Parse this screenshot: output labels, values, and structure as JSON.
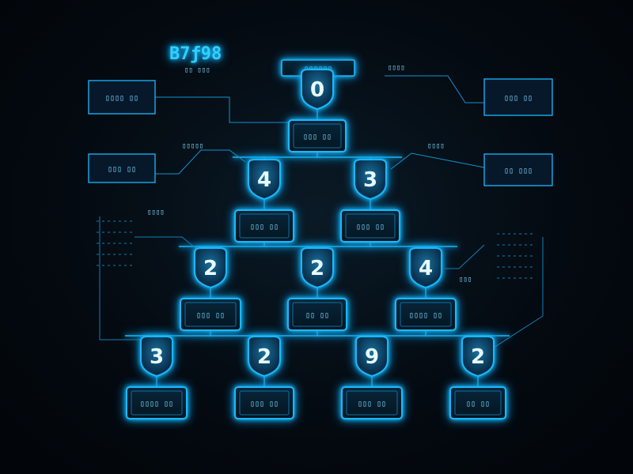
{
  "header": {
    "left_title": "B7ƒ98",
    "left_sub": "▯▯ ▯▯▯",
    "top_label": "▯▯▯▯▯▯"
  },
  "tree": {
    "levels": [
      {
        "nodes": [
          {
            "value": "0",
            "label": "▯▯▯ ▯▯"
          }
        ]
      },
      {
        "nodes": [
          {
            "value": "4",
            "label": "▯▯▯ ▯▯"
          },
          {
            "value": "3",
            "label": "▯▯▯ ▯▯"
          }
        ]
      },
      {
        "nodes": [
          {
            "value": "2",
            "label": "▯▯▯ ▯▯"
          },
          {
            "value": "2",
            "label": "▯▯ ▯▯"
          },
          {
            "value": "4",
            "label": "▯▯▯▯ ▯▯"
          }
        ]
      },
      {
        "nodes": [
          {
            "value": "3",
            "label": "▯▯▯▯ ▯▯"
          },
          {
            "value": "2",
            "label": "▯▯▯ ▯▯"
          },
          {
            "value": "9",
            "label": "▯▯▯ ▯▯"
          },
          {
            "value": "2",
            "label": "▯▯ ▯▯"
          }
        ]
      }
    ]
  },
  "callouts": [
    {
      "id": "left-top",
      "text": "▯▯▯▯ ▯▯"
    },
    {
      "id": "left-mid",
      "text": "▯▯▯ ▯▯"
    },
    {
      "id": "right-top",
      "text": "▯▯▯ ▯▯"
    },
    {
      "id": "right-mid",
      "text": "▯▯ ▯▯▯"
    }
  ],
  "side_labels": [
    {
      "id": "sl-1",
      "text": "▯▯▯▯"
    },
    {
      "id": "sl-2",
      "text": "▯▯▯▯▯"
    },
    {
      "id": "sl-3",
      "text": "▯▯▯▯"
    },
    {
      "id": "sl-4",
      "text": "▯▯▯▯"
    },
    {
      "id": "sl-5",
      "text": "▯▯▯"
    }
  ],
  "colors": {
    "line": "#1ab8ff",
    "node_fill": "#0b3a5a",
    "glow": "#19c3ff",
    "text": "#e9fbff"
  }
}
